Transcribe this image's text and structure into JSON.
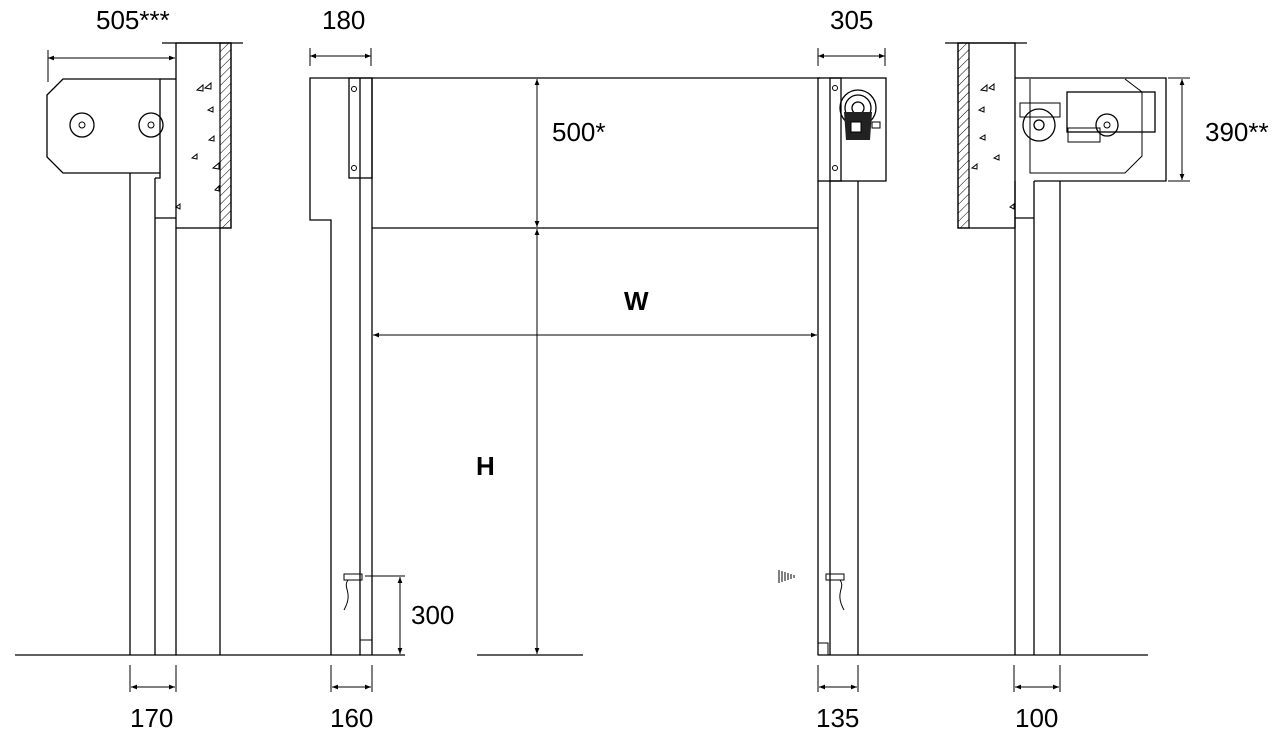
{
  "dimensions": {
    "left_box_depth": "505***",
    "left_guide_top": "180",
    "right_guide_top": "305",
    "roll_height": "500*",
    "motor_height": "390**",
    "width": "W",
    "height": "H",
    "sensor_height": "300",
    "left_post_bottom": "170",
    "left_guide_bottom": "160",
    "right_guide_bottom": "135",
    "right_post_bottom": "100"
  },
  "colors": {
    "line": "#000000",
    "background": "#ffffff"
  }
}
